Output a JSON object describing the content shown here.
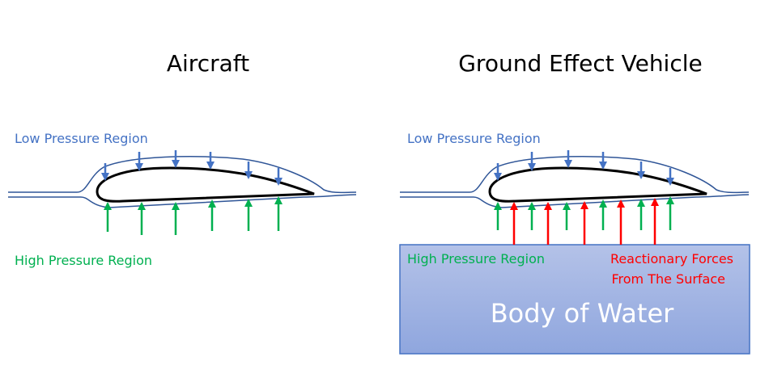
{
  "colors": {
    "low_pressure": "#4472C4",
    "high_pressure": "#00B050",
    "reaction": "#FF0000",
    "airfoil": "#000000",
    "streamline": "#2F5597",
    "water_fill_top": "#B4C2E8",
    "water_fill_bottom": "#8FA6DE",
    "water_border": "#4472C4",
    "water_text": "#FFFFFF"
  },
  "left_panel": {
    "title": "Aircraft",
    "low_label": "Low Pressure Region",
    "high_label": "High Pressure Region"
  },
  "right_panel": {
    "title": "Ground Effect Vehicle",
    "low_label": "Low Pressure Region",
    "high_label": "High Pressure Region",
    "reaction_line1": "Reactionary Forces",
    "reaction_line2": "From The Surface",
    "water_label": "Body of Water"
  }
}
